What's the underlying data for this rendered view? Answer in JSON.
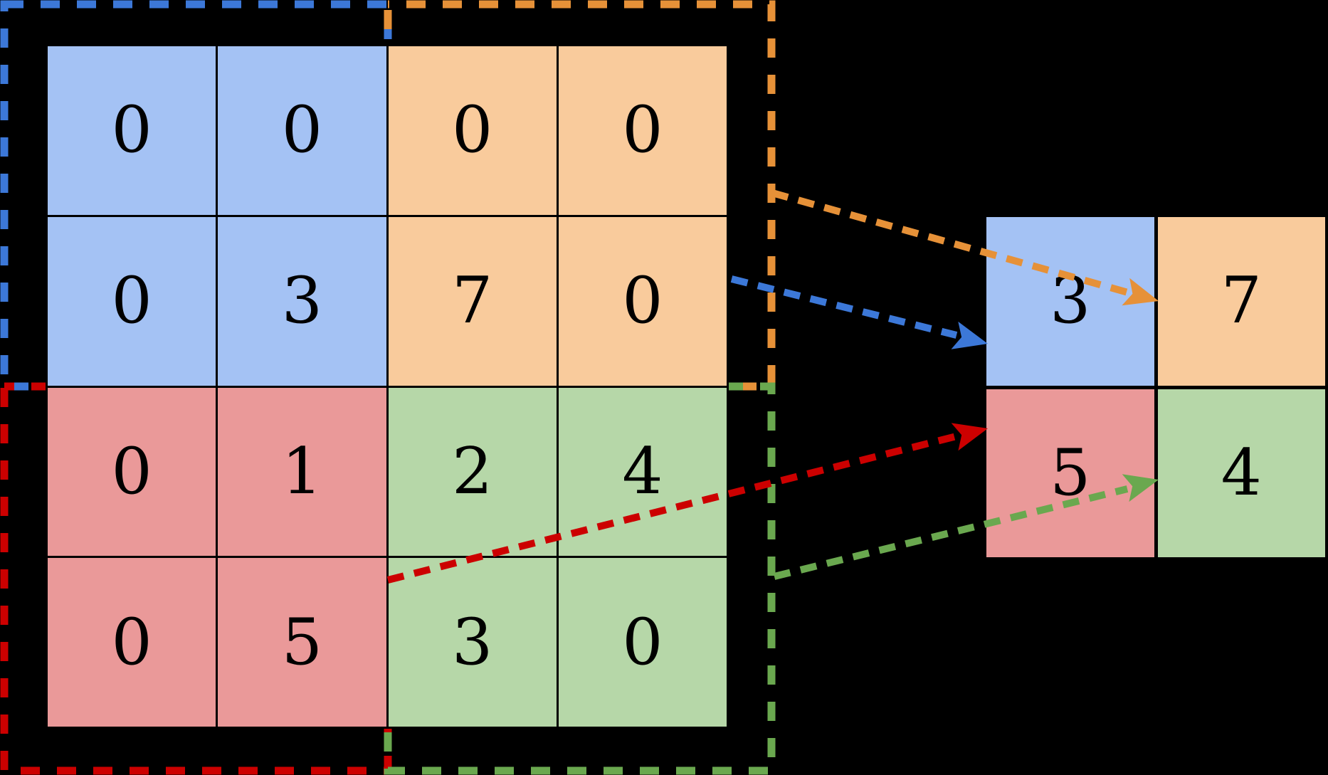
{
  "diagram": {
    "kind": "2x2-pooling-of-4x4-grid"
  },
  "colors": {
    "background": "#000000",
    "grid_line": "#000000",
    "fill": {
      "blue": "#a4c2f4",
      "orange": "#f9cb9c",
      "red": "#ea9999",
      "green": "#b6d7a8"
    },
    "dash": {
      "blue": "#3c78d8",
      "orange": "#e69138",
      "red": "#cc0000",
      "green": "#6aa84f"
    }
  },
  "input_grid": {
    "rows": [
      [
        "0",
        "0",
        "0",
        "0"
      ],
      [
        "0",
        "3",
        "7",
        "0"
      ],
      [
        "0",
        "1",
        "2",
        "4"
      ],
      [
        "0",
        "5",
        "3",
        "0"
      ]
    ],
    "quadrants": [
      {
        "position": "top-left",
        "fill": "#a4c2f4",
        "outline": "#3c78d8"
      },
      {
        "position": "top-right",
        "fill": "#f9cb9c",
        "outline": "#e69138"
      },
      {
        "position": "bottom-left",
        "fill": "#ea9999",
        "outline": "#cc0000"
      },
      {
        "position": "bottom-right",
        "fill": "#b6d7a8",
        "outline": "#6aa84f"
      }
    ]
  },
  "output_grid": {
    "rows": [
      [
        "3",
        "7"
      ],
      [
        "5",
        "4"
      ]
    ]
  },
  "arrows": [
    {
      "name": "blue-arrow",
      "color": "#3c78d8",
      "from": "top-left quadrant",
      "to": "output cell 3"
    },
    {
      "name": "orange-arrow",
      "color": "#e69138",
      "from": "top-right quadrant",
      "to": "output cell 7"
    },
    {
      "name": "red-arrow",
      "color": "#cc0000",
      "from": "bottom-left quadrant",
      "to": "output cell 5"
    },
    {
      "name": "green-arrow",
      "color": "#6aa84f",
      "from": "bottom-right quadrant",
      "to": "output cell 4"
    }
  ]
}
